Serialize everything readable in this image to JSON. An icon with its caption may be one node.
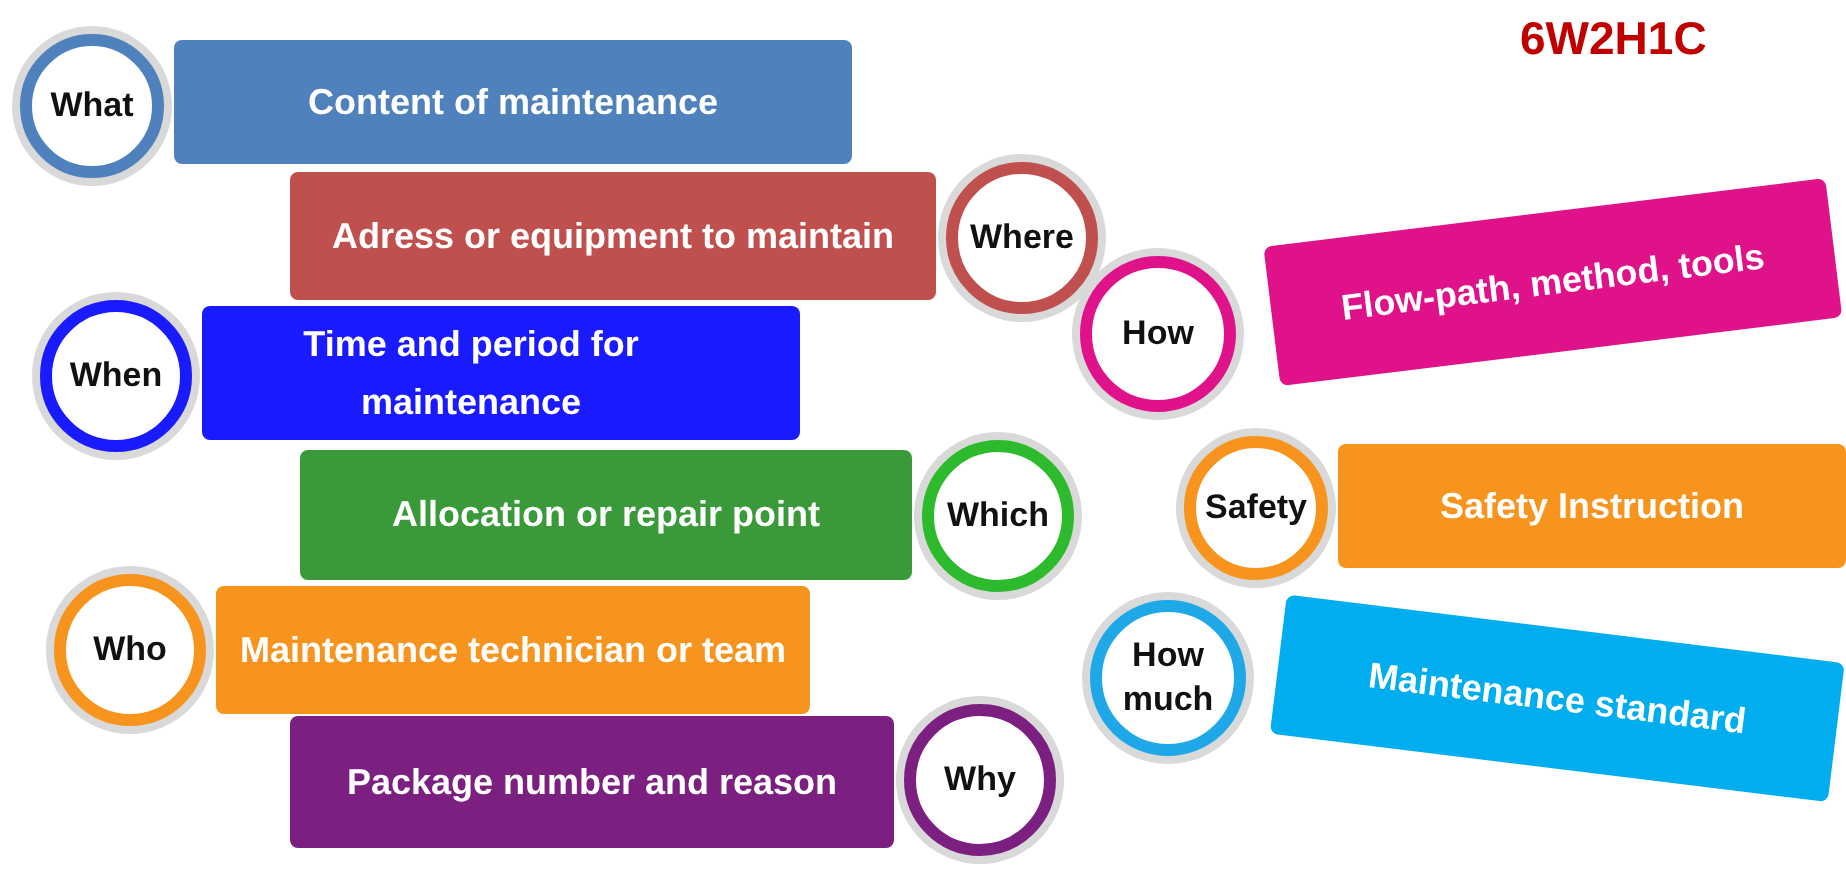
{
  "diagram": {
    "title": "6W2H1C",
    "nodes": [
      {
        "text": [
          "What"
        ]
      },
      {
        "text": [
          "Content of maintenance"
        ]
      },
      {
        "text": [
          "Adress or equipment to maintain"
        ]
      },
      {
        "text": [
          "Where"
        ]
      },
      {
        "text": [
          "How"
        ]
      },
      {
        "text": [
          "Flow-path, method, tools"
        ]
      },
      {
        "text": [
          "When"
        ]
      },
      {
        "text": [
          "Time and period for maintenance"
        ]
      },
      {
        "text": [
          "Allocation or repair point"
        ]
      },
      {
        "text": [
          "Which"
        ]
      },
      {
        "text": [
          "Safety"
        ]
      },
      {
        "text": [
          "Safety Instruction"
        ]
      },
      {
        "text": [
          "Who"
        ]
      },
      {
        "text": [
          "Maintenance technician or team"
        ]
      },
      {
        "text": [
          "How much"
        ]
      },
      {
        "text": [
          "Maintenance standard"
        ]
      },
      {
        "text": [
          "Package number and reason"
        ]
      },
      {
        "text": [
          "Why"
        ]
      }
    ]
  }
}
